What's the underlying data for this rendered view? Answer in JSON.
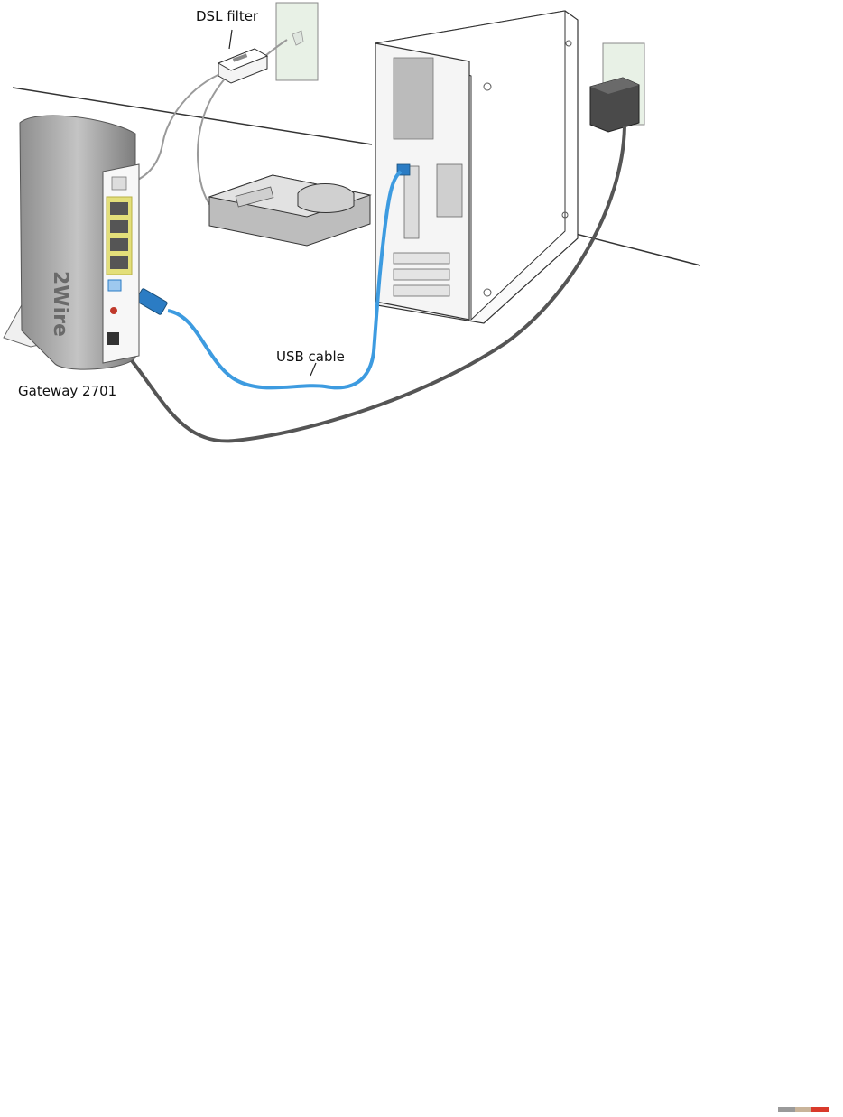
{
  "labels": {
    "dsl_filter": "DSL filter",
    "usb_cable": "USB cable",
    "gateway": "Gateway 2701"
  },
  "device": {
    "brand_text": "2Wire"
  },
  "colors": {
    "usb_cable": "#3d9be0",
    "usb_connector": "#2b7cc4",
    "power_cable": "#555555",
    "phone_cable": "#9a9a9a",
    "ethernet_ports_highlight": "#e3df7a",
    "wall_plate": "#e8f1e6",
    "outline": "#333333",
    "accent_red": "#c0392b"
  },
  "footer_strip": [
    "#9a9a9a",
    "#c9b49a",
    "#d93a2b"
  ]
}
